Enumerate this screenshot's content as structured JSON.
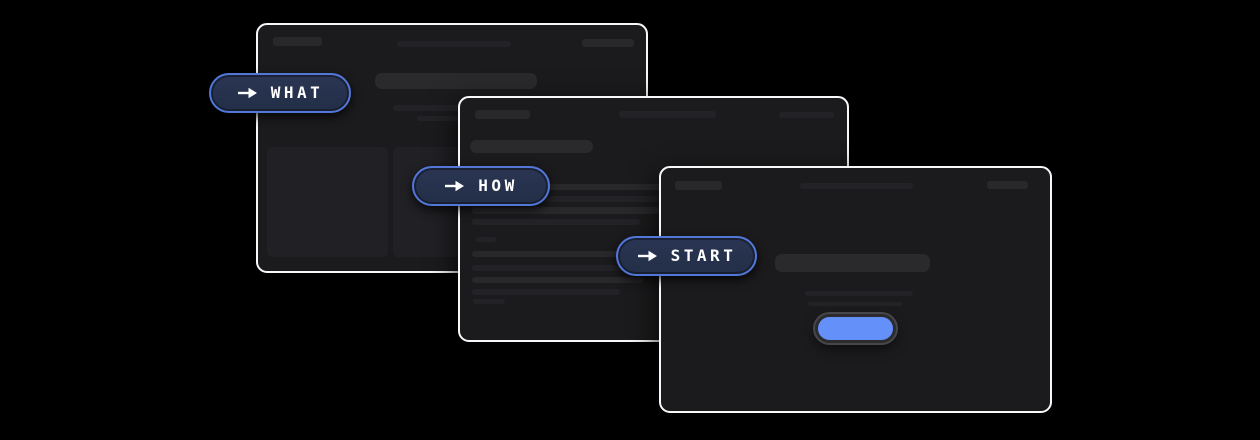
{
  "steps": [
    {
      "label": "WHAT",
      "icon": "arrow-right-icon"
    },
    {
      "label": "HOW",
      "icon": "arrow-right-icon"
    },
    {
      "label": "START",
      "icon": "arrow-right-icon"
    }
  ],
  "cards": [
    {
      "name": "what-wireframe",
      "content": "skeleton header, centered title, three empty columns"
    },
    {
      "name": "how-wireframe",
      "content": "skeleton header, section bar, paragraph lines"
    },
    {
      "name": "start-wireframe",
      "content": "skeleton header, centered title, caption lines, blue cta"
    }
  ],
  "colors": {
    "page_bg": "#000000",
    "card_bg": "#1b1b1d",
    "card_border": "#f8f8f8",
    "skeleton": "#28282b",
    "skeleton_dim": "#232327",
    "panel": "#212125",
    "pill_bg": "#243049",
    "pill_border": "#5277d8",
    "pill_text": "#ffffff",
    "cta_blue": "#6490fa"
  }
}
